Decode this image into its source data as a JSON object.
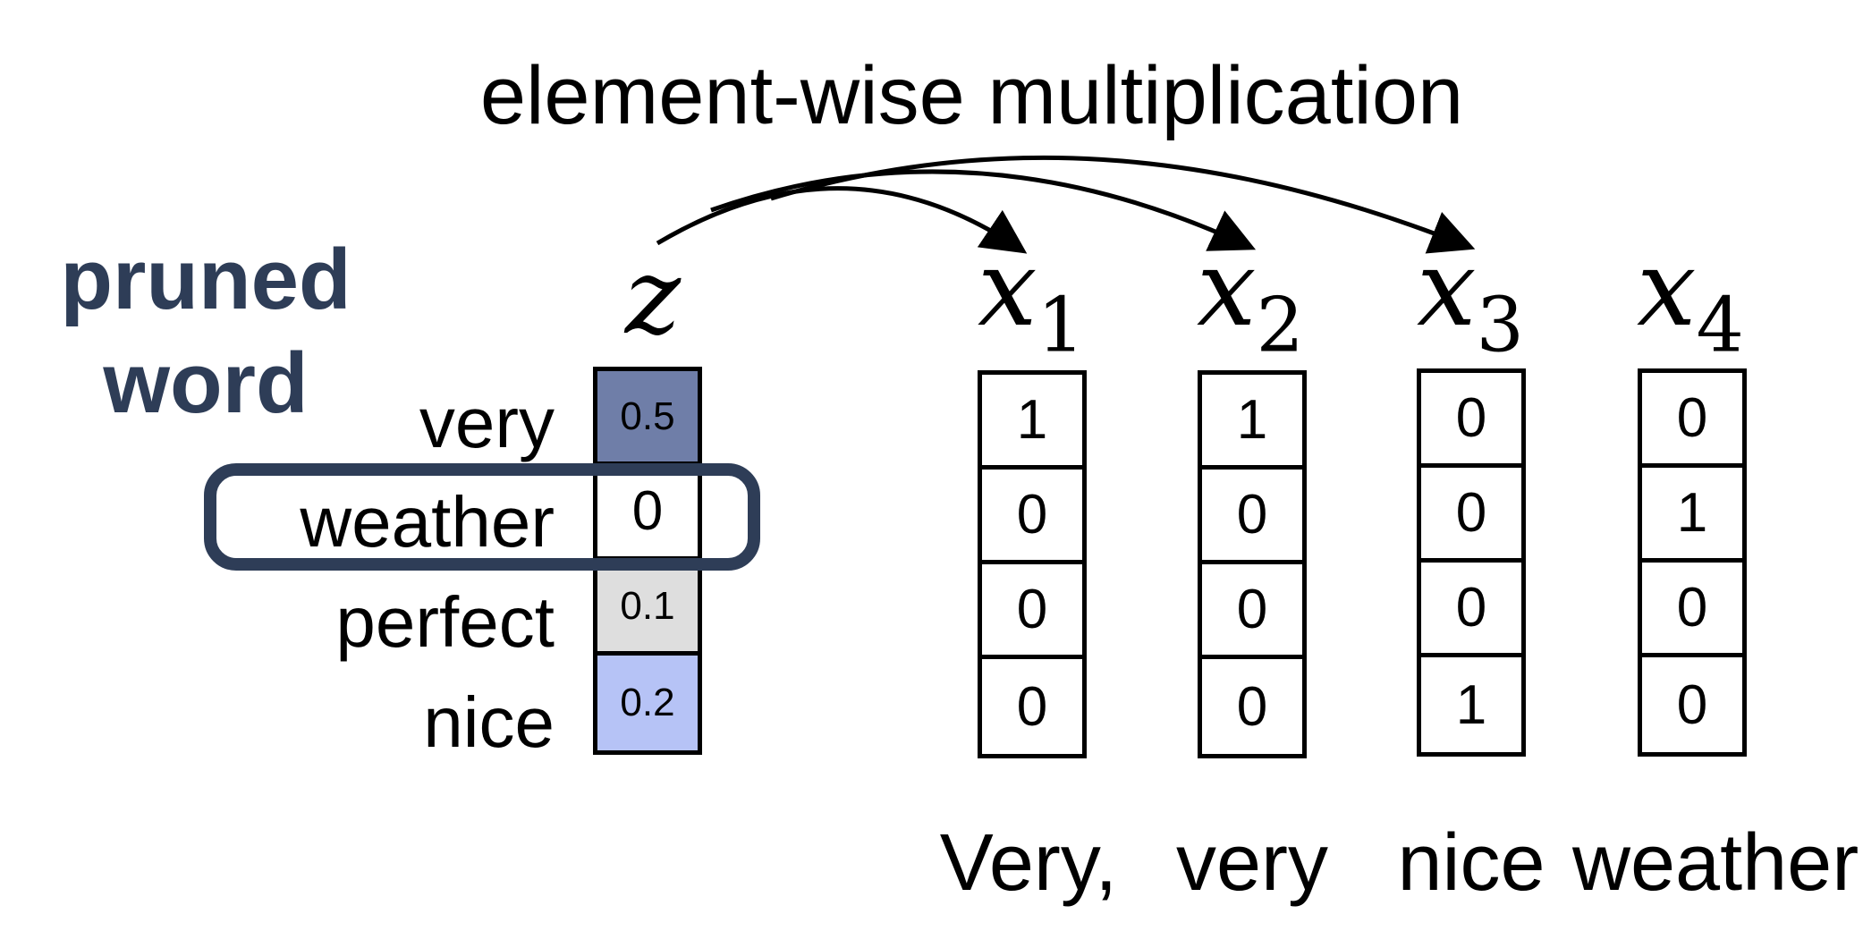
{
  "title": "element-wise multiplication",
  "pruned_label": [
    "pruned",
    "word"
  ],
  "z": {
    "symbol": "z",
    "words": [
      "very",
      "weather",
      "perfect",
      "nice"
    ],
    "values": [
      "0.5",
      "0",
      "0.1",
      "0.2"
    ],
    "colors": [
      "#6f7ea8",
      "#ffffff",
      "#dedede",
      "#b6c3f6"
    ]
  },
  "xs": [
    {
      "symbol": "x",
      "sub": "1",
      "values": [
        "1",
        "0",
        "0",
        "0"
      ],
      "caption": "Very,"
    },
    {
      "symbol": "x",
      "sub": "2",
      "values": [
        "1",
        "0",
        "0",
        "0"
      ],
      "caption": "very"
    },
    {
      "symbol": "x",
      "sub": "3",
      "values": [
        "0",
        "0",
        "0",
        "1"
      ],
      "caption": "nice"
    },
    {
      "symbol": "x",
      "sub": "4",
      "values": [
        "0",
        "1",
        "0",
        "0"
      ],
      "caption": "weather"
    }
  ],
  "highlight_color": "#2e3d57"
}
